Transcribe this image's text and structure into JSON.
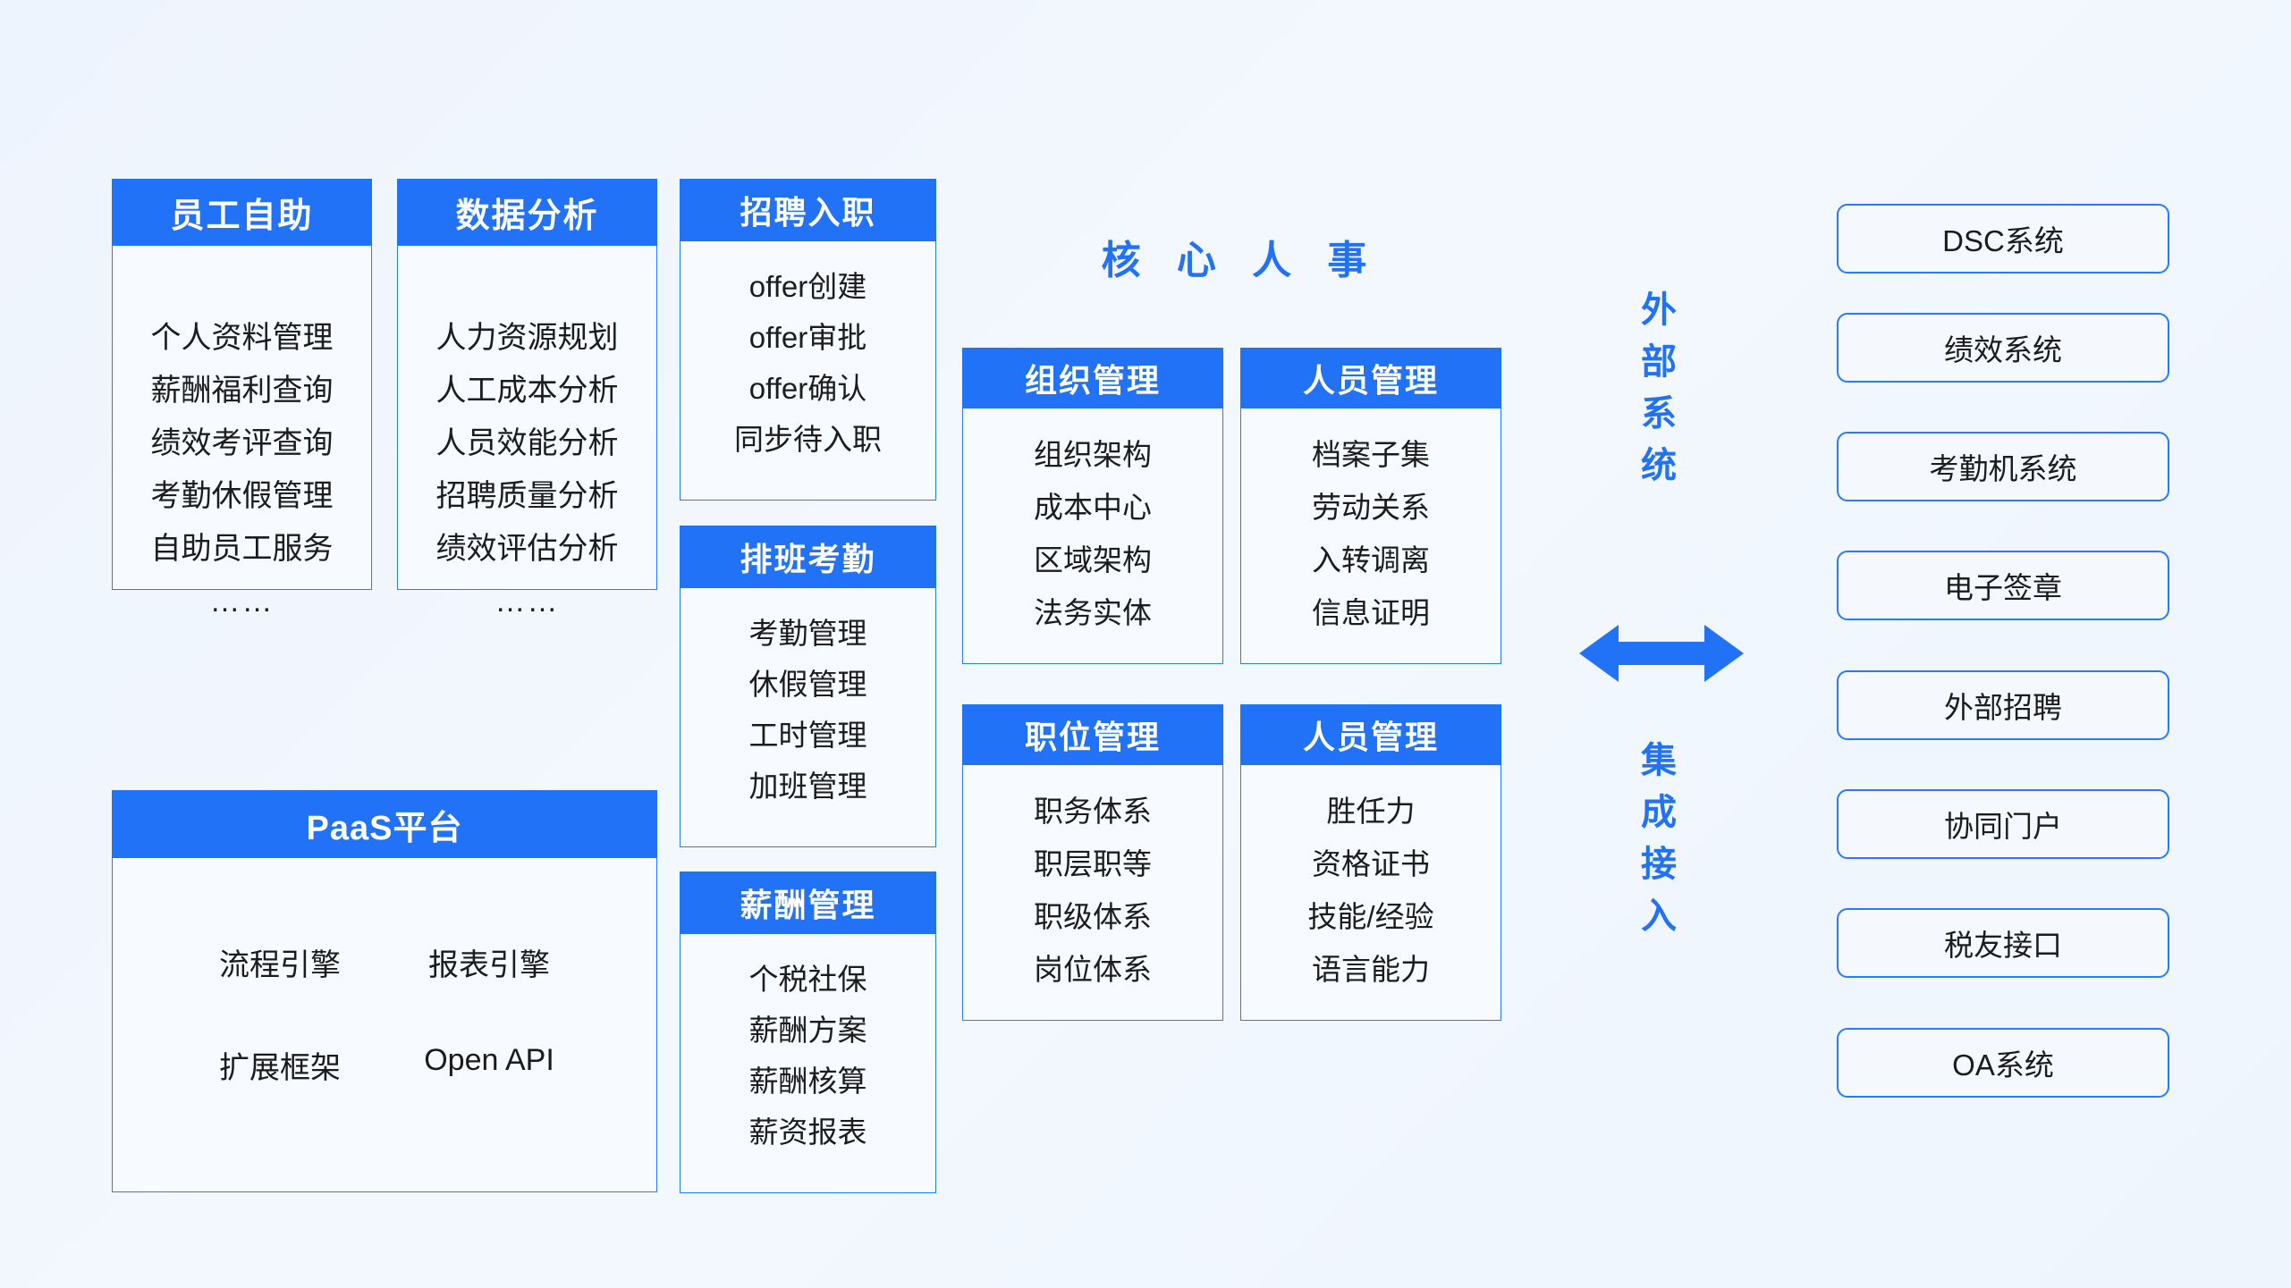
{
  "theme": {
    "accent": "#2272f7",
    "border": "#2979ff",
    "card_bg": "#f7fafe",
    "page_bg": "#f1f6fd",
    "header_text": "#ffffff",
    "body_text": "#1c1c1c"
  },
  "left_columns": [
    {
      "title": "员工自助",
      "items": [
        "个人资料管理",
        "薪酬福利查询",
        "绩效考评查询",
        "考勤休假管理",
        "自助员工服务"
      ],
      "dots": "……"
    },
    {
      "title": "数据分析",
      "items": [
        "人力资源规划",
        "人工成本分析",
        "人员效能分析",
        "招聘质量分析",
        "绩效评估分析"
      ],
      "dots": "……"
    }
  ],
  "stack_column": [
    {
      "title": "招聘入职",
      "items": [
        "offer创建",
        "offer审批",
        "offer确认",
        "同步待入职"
      ]
    },
    {
      "title": "排班考勤",
      "items": [
        "考勤管理",
        "休假管理",
        "工时管理",
        "加班管理"
      ]
    },
    {
      "title": "薪酬管理",
      "items": [
        "个税社保",
        "薪酬方案",
        "薪酬核算",
        "薪资报表"
      ]
    }
  ],
  "paas": {
    "title": "PaaS平台",
    "items": [
      "流程引擎",
      "报表引擎",
      "扩展框架",
      "Open API"
    ]
  },
  "core": {
    "title": "核 心 人 事",
    "cards": [
      {
        "title": "组织管理",
        "items": [
          "组织架构",
          "成本中心",
          "区域架构",
          "法务实体"
        ]
      },
      {
        "title": "人员管理",
        "items": [
          "档案子集",
          "劳动关系",
          "入转调离",
          "信息证明"
        ]
      },
      {
        "title": "职位管理",
        "items": [
          "职务体系",
          "职层职等",
          "职级体系",
          "岗位体系"
        ]
      },
      {
        "title": "人员管理",
        "items": [
          "胜任力",
          "资格证书",
          "技能/经验",
          "语言能力"
        ]
      }
    ]
  },
  "connector": {
    "label_top": "外部系统",
    "label_bottom": "集成接入",
    "arrow_icon": "double-arrow-horizontal-icon"
  },
  "external_systems": [
    "DSC系统",
    "绩效系统",
    "考勤机系统",
    "电子签章",
    "外部招聘",
    "协同门户",
    "税友接口",
    "OA系统"
  ]
}
